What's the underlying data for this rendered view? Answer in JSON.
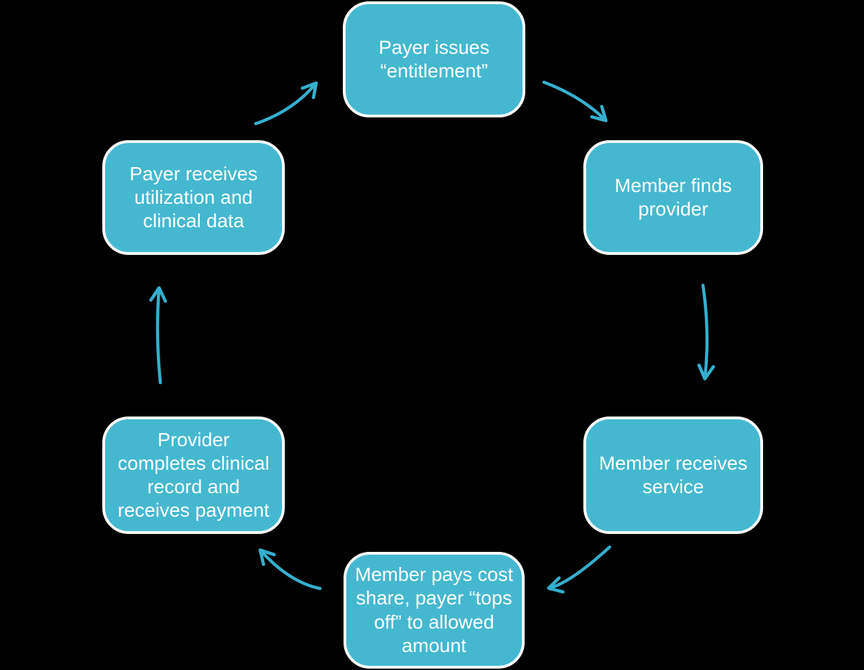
{
  "colors": {
    "background": "#000000",
    "node_fill": "#45b8d0",
    "node_border": "#ffffff",
    "node_text": "#ffffff",
    "arrow": "#35afcd"
  },
  "diagram": {
    "type": "cycle",
    "direction": "clockwise",
    "nodes": [
      {
        "id": "payer-issues-entitlement",
        "position": "top",
        "label": "Payer issues\n“entitlement”"
      },
      {
        "id": "member-finds-provider",
        "position": "top-right",
        "label": "Member finds\nprovider"
      },
      {
        "id": "member-receives-service",
        "position": "bottom-right",
        "label": "Member receives\nservice"
      },
      {
        "id": "member-pays-cost-share",
        "position": "bottom",
        "label": "Member pays cost\nshare, payer “tops\noff” to allowed\namount"
      },
      {
        "id": "provider-completes-record",
        "position": "bottom-left",
        "label": "Provider\ncompletes clinical\nrecord and\nreceives payment"
      },
      {
        "id": "payer-receives-data",
        "position": "top-left",
        "label": "Payer receives\nutilization and\nclinical data"
      }
    ],
    "edges": [
      {
        "from": "payer-issues-entitlement",
        "to": "member-finds-provider"
      },
      {
        "from": "member-finds-provider",
        "to": "member-receives-service"
      },
      {
        "from": "member-receives-service",
        "to": "member-pays-cost-share"
      },
      {
        "from": "member-pays-cost-share",
        "to": "provider-completes-record"
      },
      {
        "from": "provider-completes-record",
        "to": "payer-receives-data"
      },
      {
        "from": "payer-receives-data",
        "to": "payer-issues-entitlement"
      }
    ]
  }
}
